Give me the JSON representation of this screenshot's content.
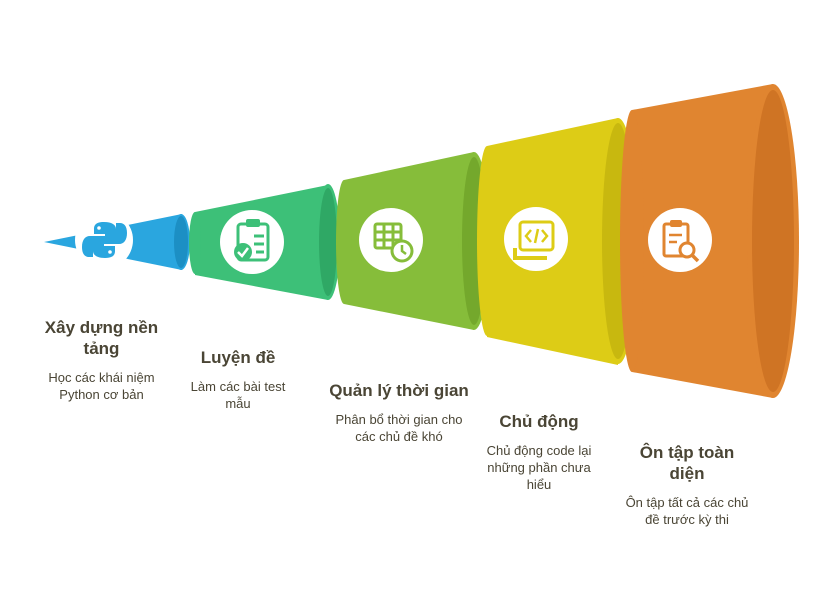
{
  "stages": [
    {
      "title": "Xây dựng nền tảng",
      "description": "Học các khái niệm Python cơ bản",
      "color": "#2aa6df",
      "icon": "python-icon"
    },
    {
      "title": "Luyện đề",
      "description": "Làm các bài test mẫu",
      "color": "#3dc078",
      "icon": "clipboard-check-icon"
    },
    {
      "title": "Quản lý thời gian",
      "description": "Phân bổ thời gian cho các chủ đề khó",
      "color": "#86bd3a",
      "icon": "schedule-clock-icon"
    },
    {
      "title": "Chủ động",
      "description": "Chủ động code lại những phần chưa hiểu",
      "color": "#ddcc16",
      "icon": "code-icon"
    },
    {
      "title": "Ôn tập toàn diện",
      "description": "Ôn tập tất cả các chủ đề trước kỳ thi",
      "color": "#e08530",
      "icon": "document-search-icon"
    }
  ]
}
